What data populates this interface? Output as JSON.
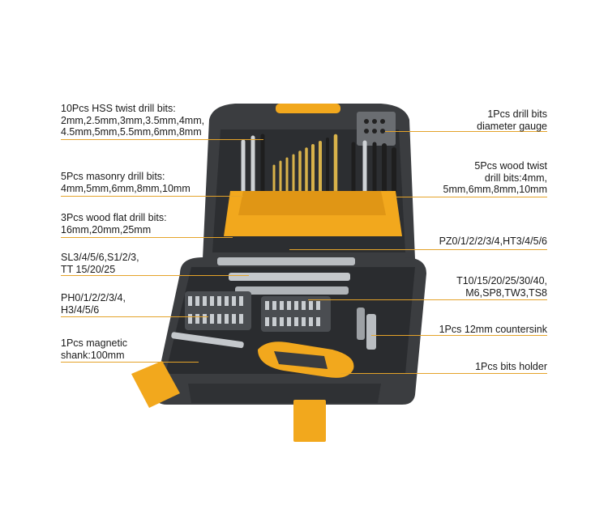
{
  "labels": {
    "hss_drill_bits": [
      "10Pcs HSS twist drill bits:",
      "2mm,2.5mm,3mm,3.5mm,4mm,",
      "4.5mm,5mm,5.5mm,6mm,8mm"
    ],
    "masonry_drill_bits": [
      "5Pcs masonry drill bits:",
      "4mm,5mm,6mm,8mm,10mm"
    ],
    "wood_flat_drill_bits": [
      "3Pcs wood flat drill bits:",
      "16mm,20mm,25mm"
    ],
    "sl_tt_bits": [
      "SL3/4/5/6,S1/2/3,",
      "TT 15/20/25"
    ],
    "ph_h_bits": [
      "PH0/1/2/2/3/4,",
      "H3/4/5/6"
    ],
    "magnetic_shank": [
      "1Pcs magnetic",
      "shank:100mm"
    ],
    "diameter_gauge": [
      "1Pcs drill bits",
      "diameter gauge"
    ],
    "wood_twist_drill_bits": [
      "5Pcs wood twist",
      "drill bits:4mm,",
      "5mm,6mm,8mm,10mm"
    ],
    "pz_ht_bits": [
      "PZ0/1/2/2/3/4,HT3/4/5/6"
    ],
    "torx_bits": [
      "T10/15/20/25/30/40,",
      "M6,SP8,TW3,TS8"
    ],
    "countersink": [
      "1Pcs 12mm countersink"
    ],
    "bits_holder": [
      "1Pcs bits holder"
    ]
  },
  "colors": {
    "accent_orange": "#f2a81d",
    "case_dark": "#3b3d40",
    "case_mid": "#55585c",
    "leader_line": "#e4a32a"
  }
}
